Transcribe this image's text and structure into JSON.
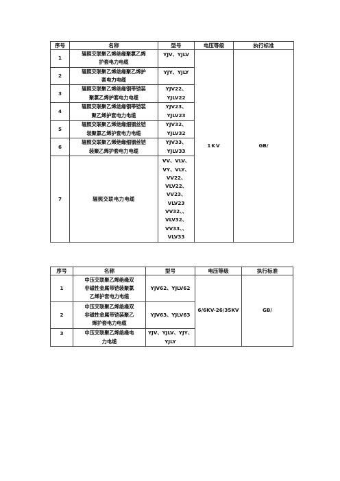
{
  "table1": {
    "headers": [
      "序号",
      "名称",
      "型号",
      "电压等级",
      "执行标准"
    ],
    "voltage": "1KV",
    "standard": "GB/",
    "rows": [
      {
        "no": "1",
        "name": [
          "辐照交联聚乙烯绝缘聚氯乙烯",
          "护套电力电缆"
        ],
        "model": [
          "YJV、YJLV"
        ]
      },
      {
        "no": "2",
        "name": [
          "辐照交联聚乙烯绝缘聚乙烯护",
          "套电力电缆"
        ],
        "model": [
          "YJY、YJLY"
        ]
      },
      {
        "no": "3",
        "name": [
          "辐照交联聚乙烯绝缘钢带铠装",
          "聚氯乙烯护套电力电缆"
        ],
        "model": [
          "YJV22、",
          "YJLV22"
        ]
      },
      {
        "no": "4",
        "name": [
          "辐照交联聚乙烯绝缘钢带铠装",
          "聚乙烯护套电力电缆"
        ],
        "model": [
          "YJV23、",
          "YJLV23"
        ]
      },
      {
        "no": "5",
        "name": [
          "辐照交联聚乙烯绝缘细钢丝铠",
          "装聚氯乙烯护套电力电缆"
        ],
        "model": [
          "YJV32、",
          "YJLV32"
        ]
      },
      {
        "no": "6",
        "name": [
          "辐照交联聚乙烯绝缘细钢丝铠",
          "装聚乙烯护套电力电缆"
        ],
        "model": [
          "YJV33、",
          "YJLV33"
        ]
      },
      {
        "no": "7",
        "name": [
          "辐照交联电力电缆"
        ],
        "model": [
          "VV、VLV、",
          "VY、VLY、",
          "VV22、",
          "VLV22、",
          "VV23、",
          "VLV23",
          "VV32、、",
          "VLV32、",
          "VV33、、",
          "VLV33"
        ]
      }
    ]
  },
  "table2": {
    "headers": [
      "序号",
      "名称",
      "型号",
      "电压等级",
      "执行标准"
    ],
    "voltage": "6/6KV-26/35KV",
    "standard": "GB/",
    "rows": [
      {
        "no": "1",
        "name": [
          "中压交联聚乙烯绝缘双",
          "非磁性金属带铠装聚氯",
          "乙烯护套电力电缆"
        ],
        "model": [
          "YJV62、YJLV62"
        ]
      },
      {
        "no": "2",
        "name": [
          "中压交联聚乙烯绝缘双",
          "非磁性金属带铠装聚乙",
          "烯护套电力电缆"
        ],
        "model": [
          "YJV63、YJLV63"
        ]
      },
      {
        "no": "3",
        "name": [
          "中压交联聚乙烯绝缘电",
          "力电缆"
        ],
        "model": [
          "YJV、YJLV、YJY、",
          "YJLY"
        ]
      }
    ]
  }
}
